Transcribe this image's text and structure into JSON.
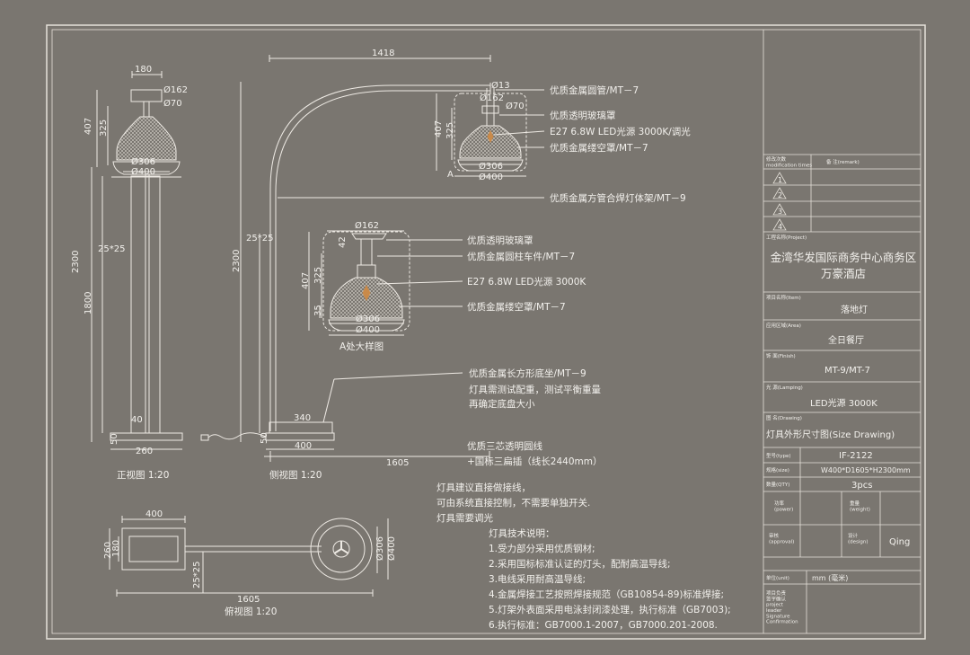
{
  "front_view": {
    "title": "正视图 1:20",
    "dims": {
      "top_w": "180",
      "d162": "Ø162",
      "d70": "Ø70",
      "h407": "407",
      "h325": "325",
      "d306": "Ø306",
      "d400": "Ø400",
      "h2300": "2300",
      "h1800": "1800",
      "tube": "25*25",
      "h40": "40",
      "h50": "50",
      "w260": "260"
    }
  },
  "side_view": {
    "title": "侧视图 1:20",
    "dims": {
      "w1418": "1418",
      "tube": "25*25",
      "h2300": "2300",
      "w340": "340",
      "w400": "400",
      "h50": "50",
      "w1605": "1605"
    }
  },
  "lamp_a": {
    "marker": "A",
    "dims": {
      "d13": "Ø13",
      "d162": "Ø162",
      "d70": "Ø70",
      "h407": "407",
      "h325": "325",
      "d306": "Ø306",
      "d400": "Ø400"
    },
    "labels": [
      "优质金属圆管/MT－7",
      "优质透明玻璃罩",
      "E27 6.8W LED光源 3000K/调光",
      "优质金属缕空罩/MT－7"
    ],
    "frame_label": "优质金属方管合焊灯体架/MT－9"
  },
  "detail": {
    "title": "A处大样图",
    "dims": {
      "d162": "Ø162",
      "h407": "407",
      "h325": "325",
      "h35": "35",
      "d306": "Ø306",
      "d400": "Ø400",
      "h42": "42"
    },
    "labels": [
      "优质透明玻璃罩",
      "优质金属圆柱车件/MT－7",
      "E27 6.8W LED光源 3000K",
      "优质金属缕空罩/MT－7"
    ]
  },
  "base_notes": [
    "优质金属长方形底坐/MT－9",
    "灯具需测试配重，测试平衡重量",
    "再确定底盘大小"
  ],
  "cable_notes": [
    "优质三芯透明圆线",
    "+国标三扁插（线长2440mm）"
  ],
  "top_view": {
    "title": "俯视图 1:20",
    "dims": {
      "w400": "400",
      "h260": "260",
      "h180": "180",
      "tube": "25*25",
      "d306": "Ø306",
      "d400": "Ø400",
      "w1605": "1605"
    }
  },
  "install_notes": [
    "灯具建议直接做接线，",
    "可由系统直接控制，不需要单独开关.",
    "灯具需要调光"
  ],
  "tech_notes": {
    "title": "灯具技术说明：",
    "items": [
      "1.受力部分采用优质钢材;",
      "2.采用国标标准认证的灯头，配耐高温导线;",
      "3.电线采用耐高温导线;",
      "4.金属焊接工艺按照焊接规范（GB10854-89)标准焊接;",
      "5.灯架外表面采用电泳封闭漆处理，执行标准（GB7003);",
      "6.执行标准：GB7000.1-2007，GB7000.201-2008."
    ]
  },
  "title_block": {
    "mod_header": "修改次数\nmodification times",
    "remark_header": "备        注(remark)",
    "revisions": [
      "1",
      "2",
      "3",
      "4"
    ],
    "project_label": "工程名称(Project)",
    "project_value": "金湾华发国际商务中心商务区万豪酒店",
    "item_label": "项目名称(Item)",
    "item_value": "落地灯",
    "area_label": "应用区域(Area)",
    "area_value": "全日餐厅",
    "finish_label": "饰      面(Finish)",
    "finish_value": "MT-9/MT-7",
    "lamping_label": "光      源(Lamping)",
    "lamping_value": "LED光源   3000K",
    "drawing_label": "图      名(Drawing)",
    "drawing_value": "灯具外形尺寸图(Size Drawing)",
    "type_label": "型号(type)",
    "type_value": "IF-2122",
    "size_label": "规格(size)",
    "size_value": "W400*D1605*H2300mm",
    "qty_label": "数量(QTY)",
    "qty_value": "3pcs",
    "power_label": "功率\n(power)",
    "weight_label": "重量\n(weight)",
    "approval_label": "审核\n(approval)",
    "design_label": "设计\n(design)",
    "design_value": "Qing",
    "unit_label": "单位(unit)",
    "unit_value": "mm (毫米)",
    "signature_label": "项目负责\n签字确认\nproject\nleader\nSignature\nConfirmation"
  }
}
